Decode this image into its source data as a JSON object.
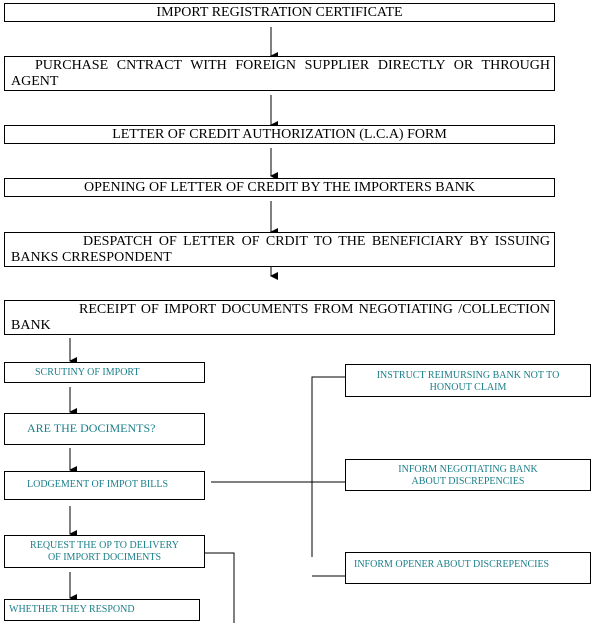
{
  "boxes": {
    "import_registration": "IMPORT REGISTRATION CERTIFICATE",
    "purchase_contract": "PURCHASE CNTRACT WITH FOREIGN SUPPLIER DIRECTLY OR THROUGH AGENT",
    "lca_form": "LETTER OF CREDIT AUTHORIZATION (L.C.A) FORM",
    "opening_lc": "OPENING OF LETTER OF CREDIT BY THE IMPORTERS BANK",
    "despatch_lc": "DESPATCH OF LETTER OF CRDIT TO THE BENEFICIARY BY ISSUING BANKS CRRESPONDENT",
    "receipt_docs": "RECEIPT OF IMPORT DOCUMENTS FROM NEGOTIATING /COLLECTION BANK",
    "scrutiny": "SCRUTINY OF IMPORT",
    "are_documents": "ARE THE DOCIMENTS?",
    "lodgement": "LODGEMENT OF IMPOT BILLS",
    "request_op": "REQUEST THE OP TO DELIVERY OF IMPORT DOCIMENTS",
    "whether_respond": "WHETHER THEY RESPOND",
    "instruct_reimbursing": "INSTRUCT REIMURSING BANK NOT TO HONOUT CLAIM",
    "inform_negotiating": "INFORM NEGOTIATING BANK ABOUT DISCREPENCIES",
    "inform_opener": "INFORM OPENER ABOUT DISCREPENCIES"
  },
  "colors": {
    "border": "#000000",
    "teal_text": "#1a7f8a"
  }
}
